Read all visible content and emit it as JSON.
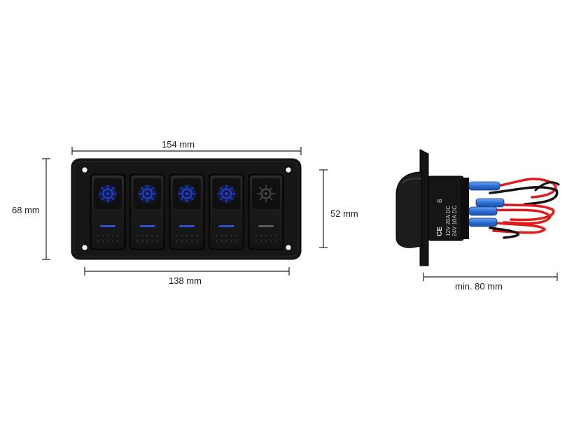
{
  "dimensions": {
    "panel_width": "154 mm",
    "mount_width": "138 mm",
    "panel_height": "68 mm",
    "mount_height": "52 mm",
    "install_depth": "min. 80 mm"
  },
  "switch_marking": {
    "ce": "CE",
    "rating_line_1": "12V 20A DC",
    "rating_line_2": "24V 10A DC",
    "line_3": "B"
  },
  "switches": [
    {
      "lit": true
    },
    {
      "lit": true
    },
    {
      "lit": true
    },
    {
      "lit": true
    },
    {
      "lit": false
    }
  ],
  "colors": {
    "panel": "#161616",
    "rocker": "#1e1e1e",
    "led_blue": "#1f3fd6",
    "wire_red": "#e11b1b",
    "wire_black": "#111111",
    "terminal_blue": "#2f6fd8",
    "dim_line": "#222222"
  }
}
